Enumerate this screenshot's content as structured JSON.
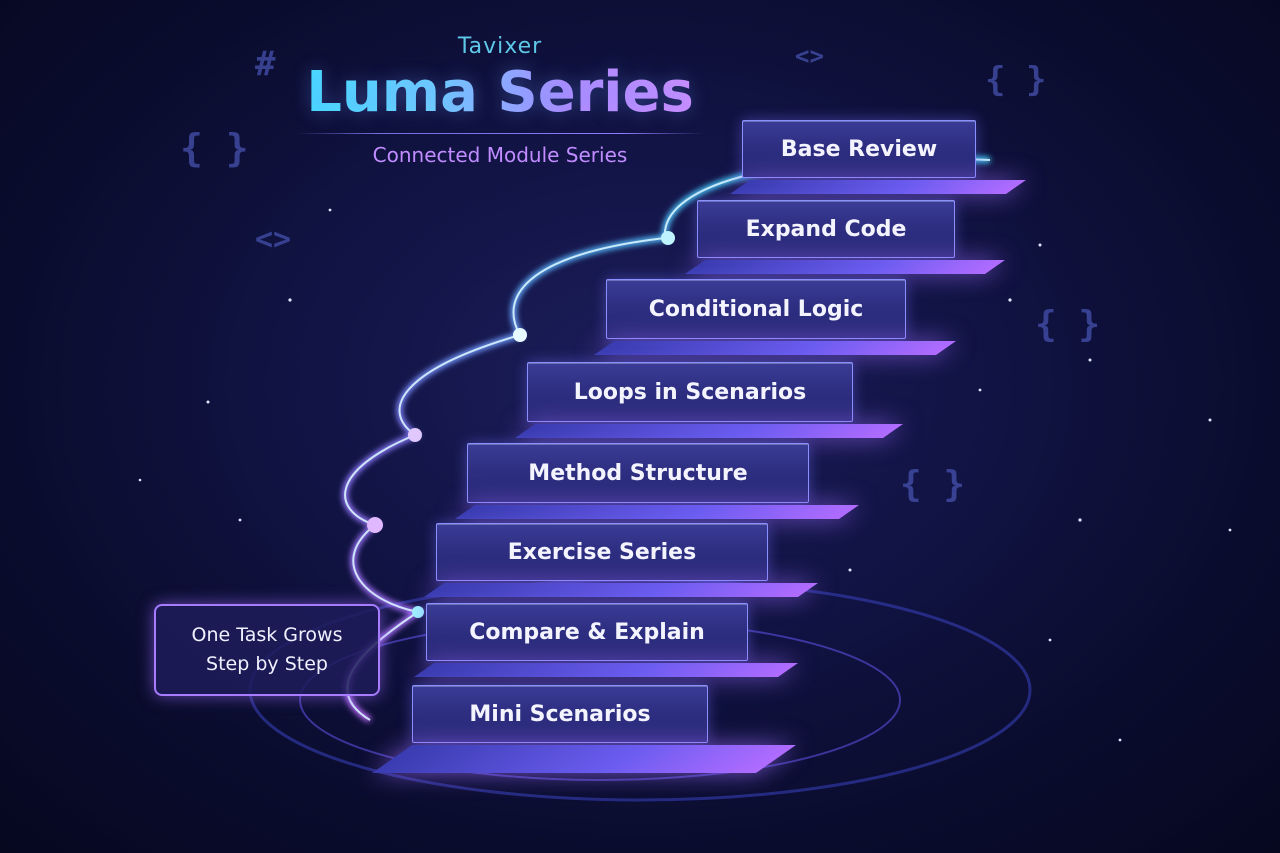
{
  "header": {
    "brand": "Tavixer",
    "title": "Luma Series",
    "subtitle": "Connected Module Series"
  },
  "steps": [
    {
      "label": "Base Review"
    },
    {
      "label": "Expand Code"
    },
    {
      "label": "Conditional Logic"
    },
    {
      "label": "Loops in Scenarios"
    },
    {
      "label": "Method Structure"
    },
    {
      "label": "Exercise Series"
    },
    {
      "label": "Compare & Explain"
    },
    {
      "label": "Mini Scenarios"
    }
  ],
  "callout": {
    "line1": "One Task Grows",
    "line2": "Step by Step"
  },
  "decorations": [
    "#",
    "<>",
    "{ }",
    "{ }",
    "<>",
    "{ }",
    "{ }"
  ],
  "colors": {
    "background": "#0a0c2e",
    "accent_cyan": "#3fe0ff",
    "accent_violet": "#b08cff",
    "step_face": "#2e2f82"
  }
}
